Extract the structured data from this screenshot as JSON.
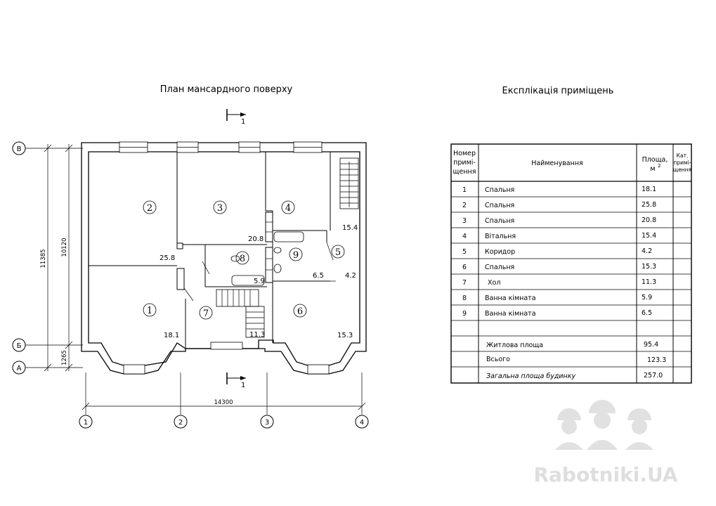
{
  "plan": {
    "title": "План мансардного поверху",
    "section_mark": "1",
    "axes": {
      "vertical": [
        "1",
        "2",
        "3",
        "4"
      ],
      "horizontal": [
        "В",
        "Б",
        "А"
      ]
    },
    "dimensions": {
      "total_width": "14300",
      "height_outer": "11385",
      "height_inner": "10120",
      "height_bottom": "1265"
    },
    "rooms": [
      {
        "num": "1",
        "area": "18.1"
      },
      {
        "num": "2",
        "area": "25.8"
      },
      {
        "num": "3",
        "area": "20.8"
      },
      {
        "num": "4",
        "area": "15.4"
      },
      {
        "num": "5",
        "area": "4.2"
      },
      {
        "num": "6",
        "area": "15.3"
      },
      {
        "num": "7",
        "area": "11.3"
      },
      {
        "num": "8",
        "area": "5.9"
      },
      {
        "num": "9",
        "area": "6.5"
      }
    ]
  },
  "explication": {
    "title": "Експлікація приміщень",
    "headers": {
      "col1": [
        "Номер",
        "примі-",
        "щення"
      ],
      "col2": "Найменування",
      "col3": "Площа,",
      "col3_unit": "м",
      "col3_sup": "2",
      "col4": [
        "Кат.",
        "примі-",
        "щення"
      ]
    },
    "rows": [
      {
        "num": "1",
        "name": "Спальня",
        "area": "18.1"
      },
      {
        "num": "2",
        "name": "Спальня",
        "area": "25.8"
      },
      {
        "num": "3",
        "name": "Спальня",
        "area": "20.8"
      },
      {
        "num": "4",
        "name": "Вітальня",
        "area": "15.4"
      },
      {
        "num": "5",
        "name": "Коридор",
        "area": "4.2"
      },
      {
        "num": "6",
        "name": "Спальня",
        "area": "15.3"
      },
      {
        "num": "7",
        "name": "Хол",
        "area": "11.3"
      },
      {
        "num": "8",
        "name": "Ванна кімната",
        "area": "5.9"
      },
      {
        "num": "9",
        "name": "Ванна кімната",
        "area": "6.5"
      }
    ],
    "summary": [
      {
        "name": "Житлова площа",
        "area": "95.4"
      },
      {
        "name": "Всього",
        "area": "123.3"
      },
      {
        "name": "Загальна площа будинку",
        "area": "257.0"
      }
    ]
  },
  "watermark": "Rabotniki.UA"
}
